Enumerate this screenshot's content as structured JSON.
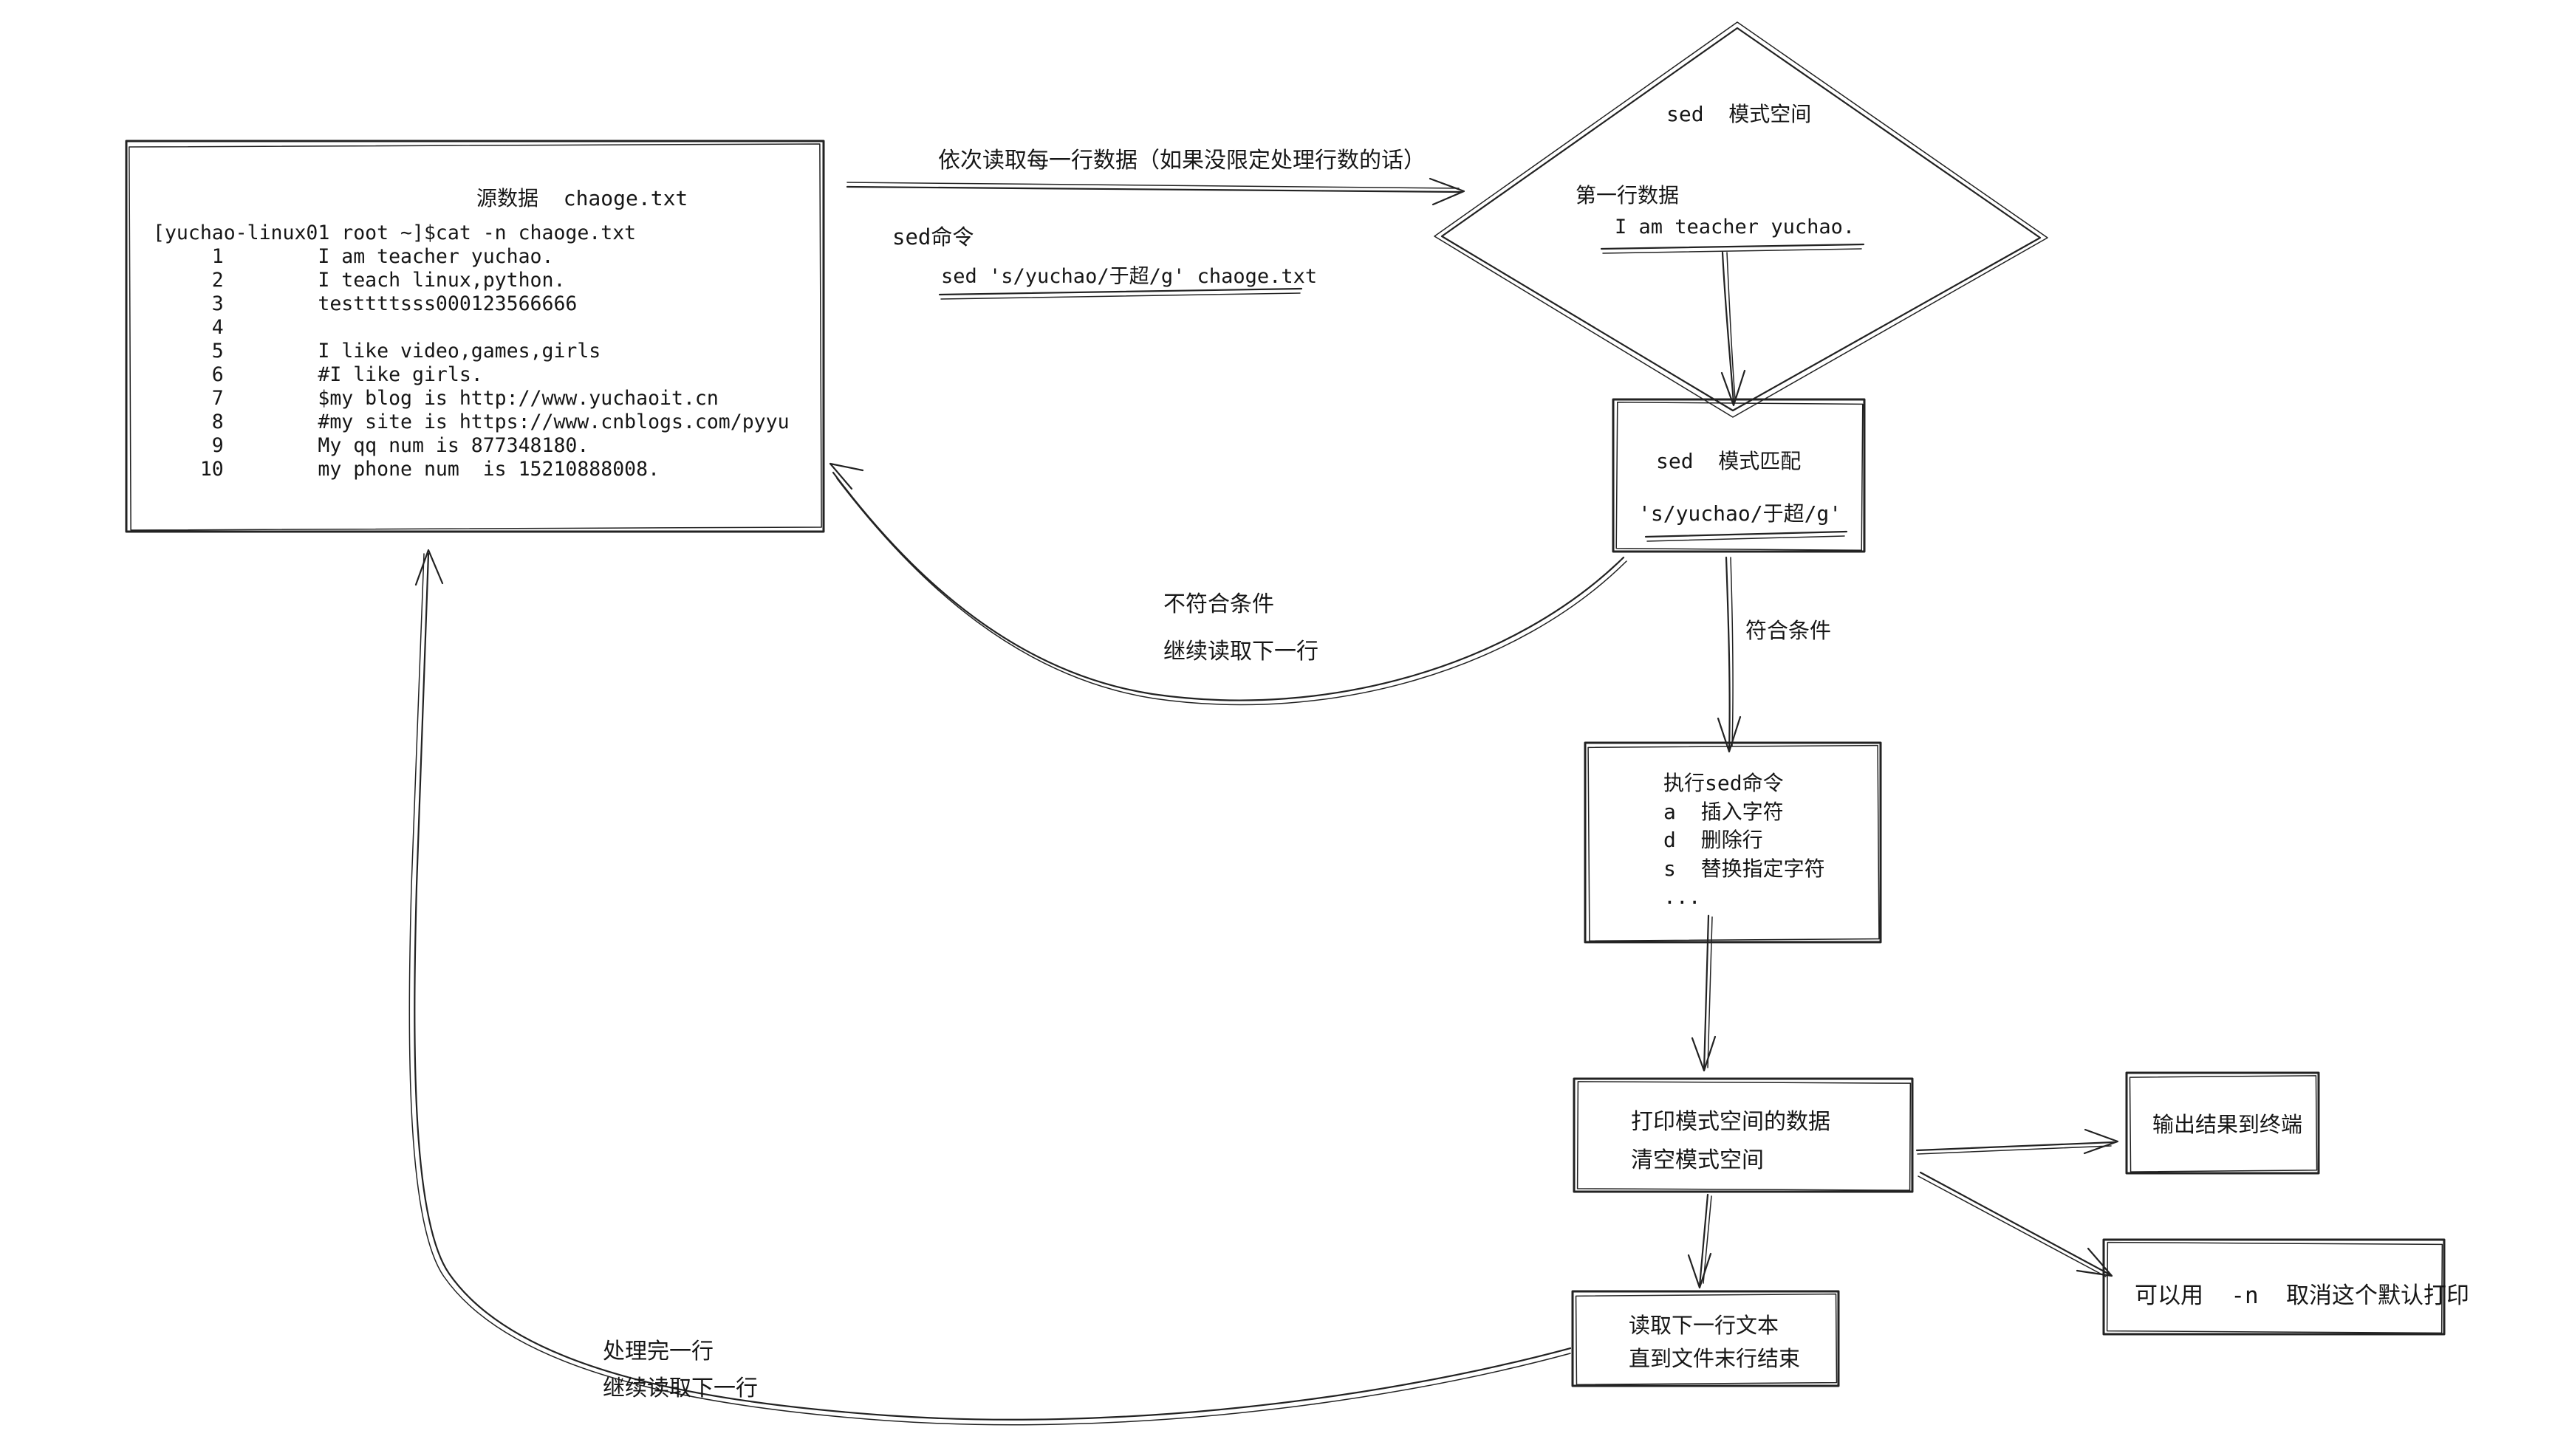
{
  "colors": {
    "ink": "#222222",
    "background": "#ffffff",
    "text": "#161616"
  },
  "source_box": {
    "title": "源数据  chaoge.txt",
    "terminal_lines": [
      "[yuchao-linux01 root ~]$cat -n chaoge.txt",
      "     1        I am teacher yuchao.",
      "     2        I teach linux,python.",
      "     3        testtttsss000123566666",
      "     4",
      "     5        I like video,games,girls",
      "     6        #I like girls.",
      "     7        $my blog is http://www.yuchaoit.cn",
      "     8        #my site is https://www.cnblogs.com/pyyu",
      "     9        My qq num is 877348180.",
      "    10        my phone num  is 15210888008."
    ]
  },
  "flow_labels": {
    "read_each_line": "依次读取每一行数据（如果没限定处理行数的话）",
    "sed_cmd_caption": "sed命令",
    "sed_cmd": "sed 's/yuchao/于超/g' chaoge.txt",
    "no_match": [
      "不符合条件",
      "继续读取下一行"
    ],
    "match": "符合条件",
    "done_line": [
      "处理完一行",
      "继续读取下一行"
    ]
  },
  "pattern_space_diamond": {
    "title": "sed  模式空间",
    "subtitle": "第一行数据",
    "sample_line": "I am teacher yuchao."
  },
  "match_box": {
    "title": "sed  模式匹配",
    "pattern": "'s/yuchao/于超/g'"
  },
  "exec_box": {
    "lines": [
      "执行sed命令",
      "a  插入字符",
      "d  删除行",
      "s  替换指定字符",
      "..."
    ]
  },
  "print_box": {
    "lines": [
      "打印模式空间的数据",
      "清空模式空间"
    ]
  },
  "output_box": {
    "label": "输出结果到终端"
  },
  "suppress_box": {
    "label": "可以用  -n  取消这个默认打印"
  },
  "next_line_box": {
    "lines": [
      "读取下一行文本",
      "直到文件末行结束"
    ]
  }
}
